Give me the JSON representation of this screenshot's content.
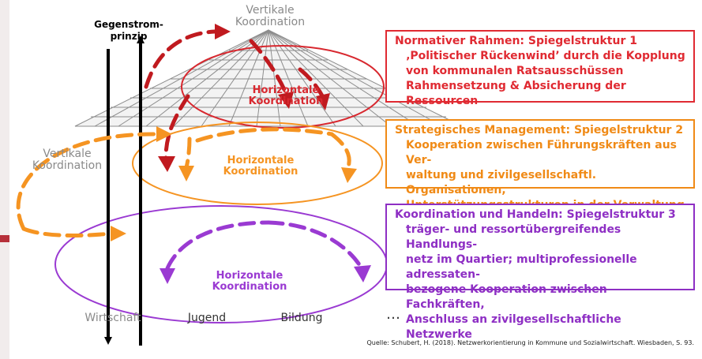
{
  "diagram": {
    "top_label": {
      "line1": "Vertikale",
      "line2": "Koordination"
    },
    "arrows_label": {
      "line1": "Gegenstrom-",
      "line2": "prinzip"
    },
    "left_label": {
      "line1": "Vertikale",
      "line2": "Koordination"
    },
    "ellipse_labels": {
      "red": {
        "line1": "Horizontale",
        "line2": "Koordination"
      },
      "orange": {
        "line1": "Horizontale",
        "line2": "Koordination"
      },
      "purple": {
        "line1": "Horizontale",
        "line2": "Koordination"
      }
    },
    "sectors": [
      "Wirtschaft",
      "Jugend",
      "Bildung",
      "…"
    ]
  },
  "boxes": [
    {
      "title": "Normativer Rahmen: Spiegelstruktur 1",
      "lines": [
        "‚Politischer Rückenwind’ durch die Kopplung",
        "von kommunalen Ratsausschüssen",
        "Rahmensetzung & Absicherung der Ressourcen"
      ],
      "color": "#e02a32"
    },
    {
      "title": "Strategisches Management: Spiegelstruktur 2",
      "lines": [
        "Kooperation zwischen Führungskräften aus Ver-",
        "waltung und zivilgesellschaftl. Organisationen,",
        "Unterstützungsstrukturen in der Verwaltung"
      ],
      "color": "#f08a16"
    },
    {
      "title": "Koordination und Handeln: Spiegelstruktur 3",
      "lines": [
        "träger- und ressortübergreifendes Handlungs-",
        "netz im Quartier; multiprofessionelle adressaten-",
        "bezogene Kooperation zwischen Fachkräften,",
        "Anschluss an zivilgesellschaftliche Netzwerke"
      ],
      "color": "#8e2fc4"
    }
  ],
  "source": "Quelle: Schubert, H. (2018). Netzwerkorientierung in Kommune und Sozialwirtschaft. Wiesbaden, S. 93.",
  "colors": {
    "red": "#c01a1f",
    "orange": "#f59422",
    "purple": "#9a3ad2",
    "gray_label": "#8a8a8a",
    "accent_band": "#b6303a"
  }
}
